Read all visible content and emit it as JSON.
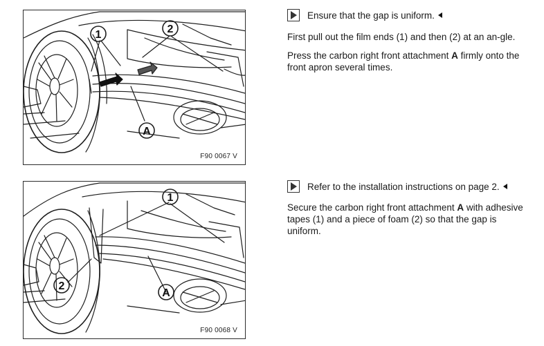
{
  "figures": [
    {
      "code": "F90 0067 V",
      "callouts": {
        "one": "1",
        "two": "2",
        "a": "A"
      }
    },
    {
      "code": "F90 0068 V",
      "callouts": {
        "one": "1",
        "two": "2",
        "a": "A"
      }
    }
  ],
  "steps": [
    {
      "note": "Ensure that the gap is uniform.",
      "para1": "First pull out the film ends (1) and then (2) at an an-gle.",
      "para2_pre": "Press the carbon right front attachment",
      "para2_bold": "A",
      "para2_post": "firmly onto the front apron several times."
    },
    {
      "note": "Refer to the installation instructions on page 2.",
      "para1_pre": "Secure the carbon right front attachment",
      "para1_bold": "A",
      "para1_post": "with adhesive tapes (1) and a piece of foam (2) so that the gap is uniform."
    }
  ]
}
